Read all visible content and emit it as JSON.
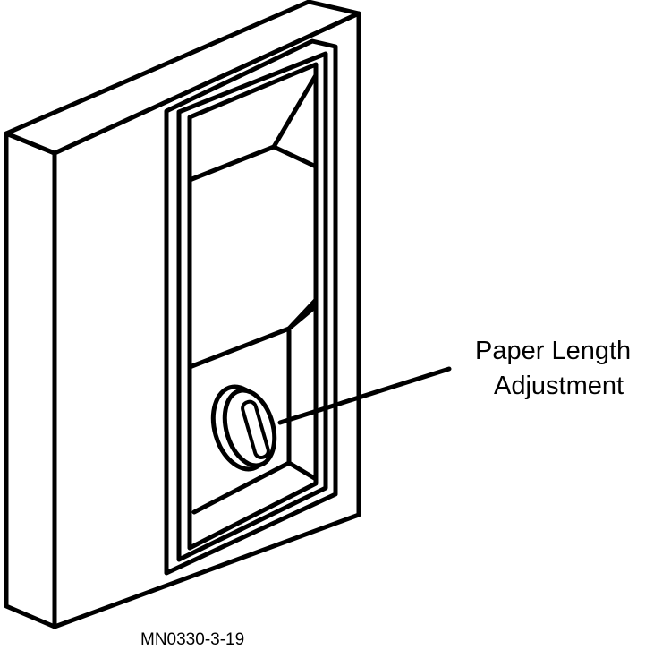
{
  "callout": {
    "line1": "Paper Length",
    "line2": "Adjustment"
  },
  "figure_id": "MN0330-3-19",
  "colors": {
    "ink": "#000000",
    "paper": "#ffffff"
  },
  "icons": {
    "knob": "adjustment-knob-icon"
  }
}
